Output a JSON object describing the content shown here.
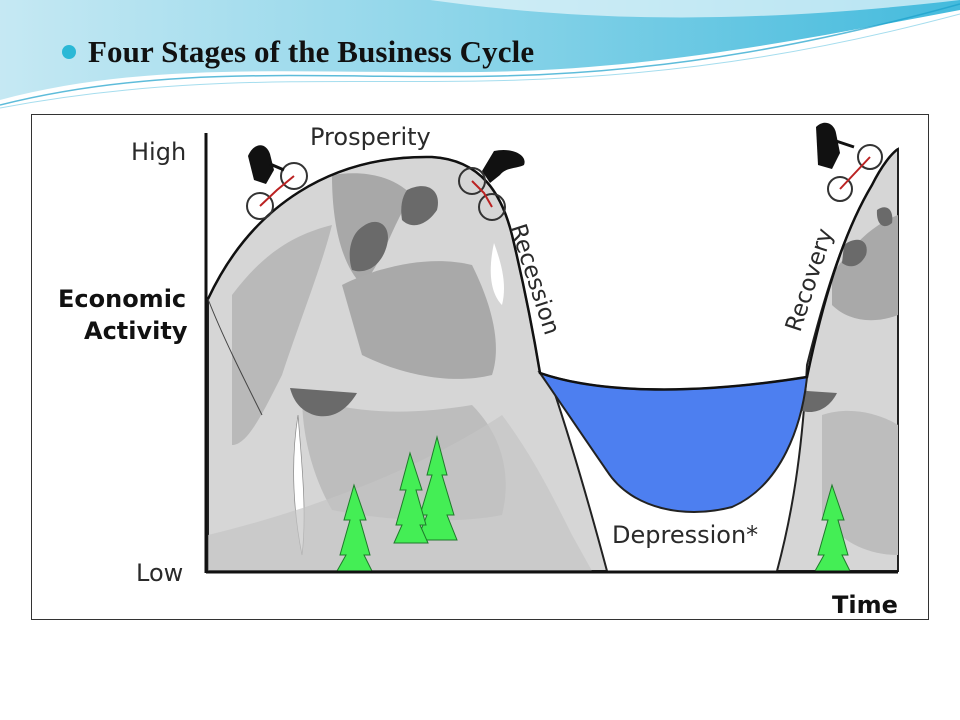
{
  "slide": {
    "title": "Four Stages of the Business Cycle",
    "accent_color": "#2bb8d6"
  },
  "diagram": {
    "y_axis": {
      "high_label": "High",
      "low_label": "Low",
      "title_line1": "Economic",
      "title_line2": "Activity"
    },
    "x_axis": {
      "title": "Time"
    },
    "stages": {
      "prosperity": "Prosperity",
      "recession": "Recession",
      "depression": "Depression*",
      "recovery": "Recovery"
    },
    "colors": {
      "valley_water": "#4d7ff0",
      "trees": "#44ee55",
      "terrain_light": "#d6d6d6",
      "terrain_mid": "#a9a9a9",
      "terrain_dark": "#6a6a6a"
    },
    "icons": [
      "cyclist-icon",
      "tree-icon"
    ]
  }
}
